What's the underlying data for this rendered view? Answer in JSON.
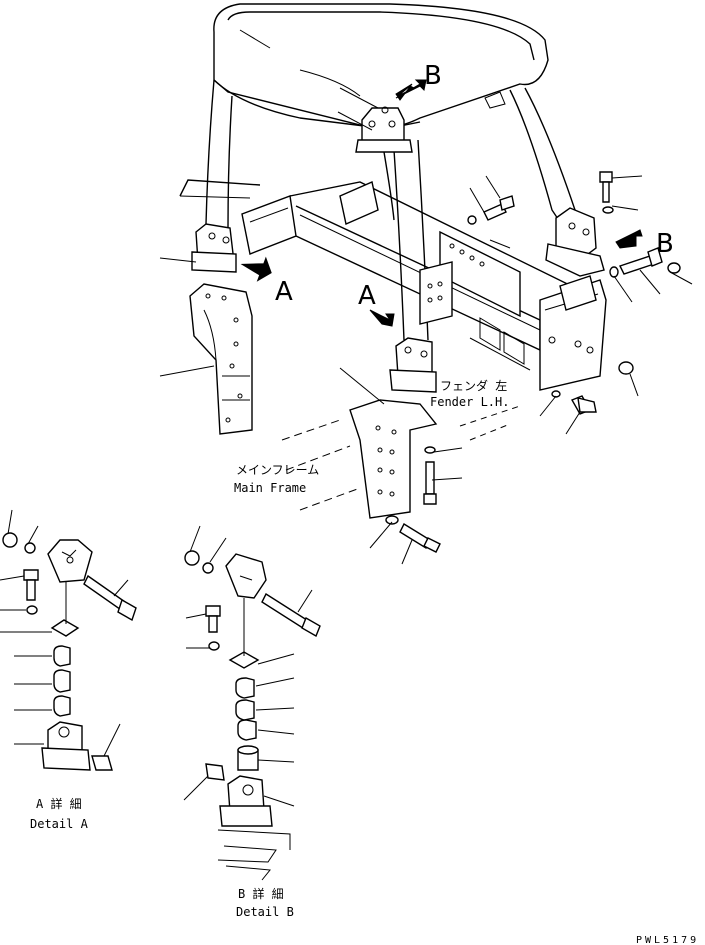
{
  "callouts": {
    "view_a_main": "A",
    "view_a_center": "A",
    "view_b_top": "B",
    "view_b_right": "B"
  },
  "labels": {
    "fender_jp": "フェンダ 左",
    "fender_en": "Fender L.H.",
    "main_frame_jp": "メインフレーム",
    "main_frame_en": "Main Frame",
    "detail_a_jp": "A 詳 細",
    "detail_a_en": "Detail A",
    "detail_b_jp": "B 詳 細",
    "detail_b_en": "Detail B"
  },
  "drawing_number": "PWL5179",
  "icons": [
    "view-arrow-icon"
  ]
}
